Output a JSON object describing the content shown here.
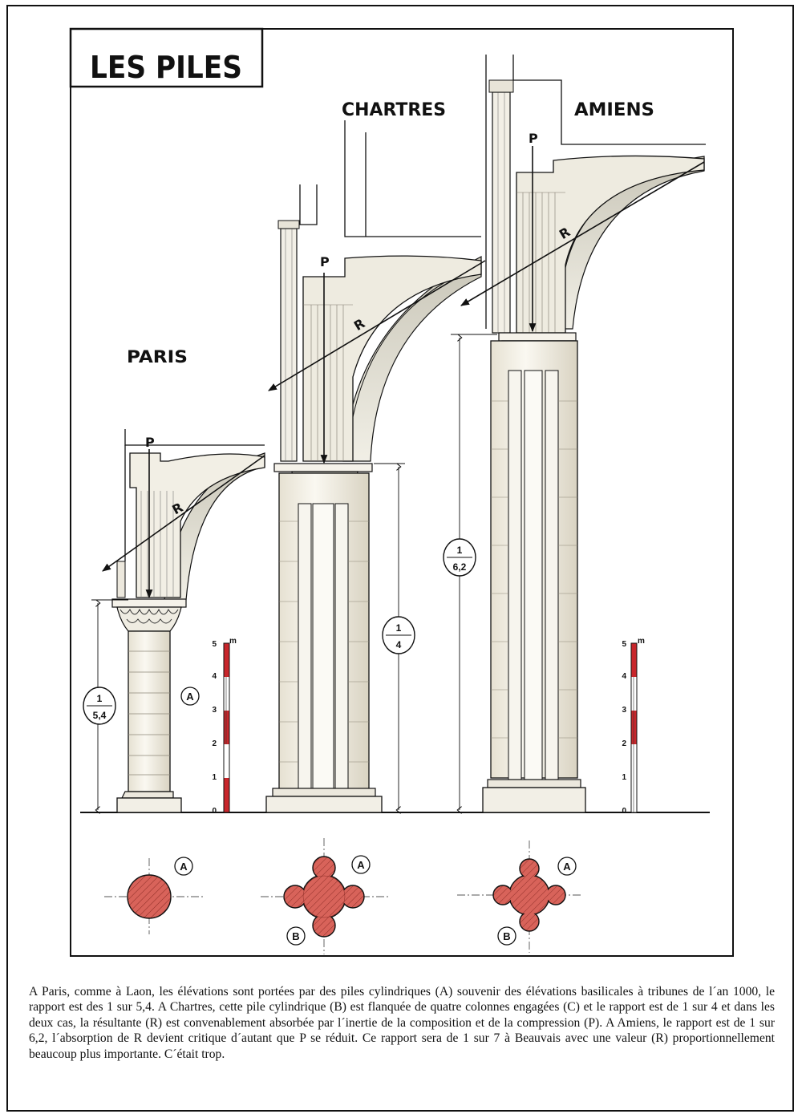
{
  "title": "LES PILES",
  "sites": {
    "paris": {
      "name": "PARIS",
      "ratio_num": "1",
      "ratio_den": "5,4",
      "pile_label": "A",
      "load_label": "P",
      "thrust_label": "R"
    },
    "chartres": {
      "name": "CHARTRES",
      "ratio_num": "1",
      "ratio_den": "4",
      "load_label": "P",
      "thrust_label": "R"
    },
    "amiens": {
      "name": "AMIENS",
      "ratio_num": "1",
      "ratio_den": "6,2",
      "load_label": "P",
      "thrust_label": "R"
    }
  },
  "scale_bar": {
    "unit": "m",
    "ticks": [
      "0",
      "1",
      "2",
      "3",
      "4",
      "5"
    ]
  },
  "plans": {
    "paris": {
      "label_a": "A"
    },
    "chartres": {
      "label_a": "A",
      "label_b": "B"
    },
    "amiens": {
      "label_a": "A",
      "label_b": "B"
    }
  },
  "colors": {
    "section_fill": "#d8635a",
    "scale_red": "#c8262b",
    "ink": "#111111",
    "stone": "#f3f0e6"
  },
  "caption": "A Paris, comme à Laon, les élévations sont portées par des piles cylindriques (A) souvenir des élévations basilicales à tribunes de l´an 1000, le rapport est des 1 sur 5,4. A Chartres, cette pile cylindrique (B) est flanquée de quatre colonnes engagées (C) et le rapport est de 1 sur 4 et dans les deux cas, la résultante (R) est convenablement absorbée par l´inertie de la composition et de la compression (P). A Amiens, le rapport est de 1 sur 6,2, l´absorption de R devient critique d´autant que P se réduit. Ce rapport sera de 1 sur 7 à Beauvais avec une valeur (R) proportionnellement beaucoup plus importante. C´était trop."
}
